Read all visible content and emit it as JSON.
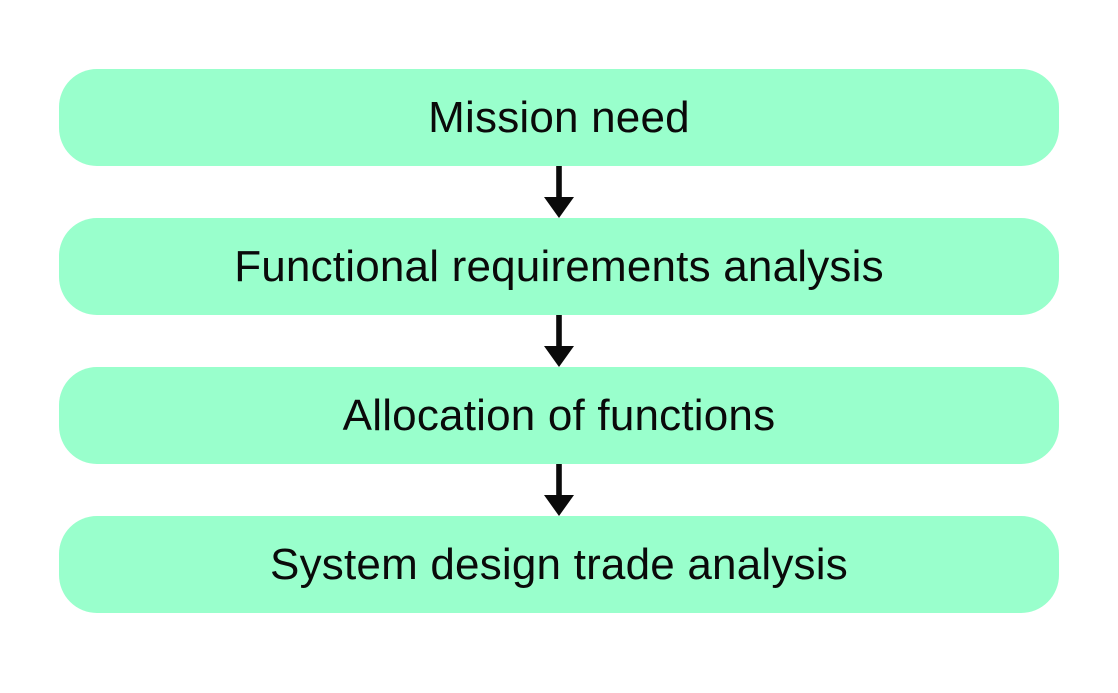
{
  "diagram": {
    "type": "flowchart",
    "direction": "top-down",
    "colors": {
      "background": "#ffffff",
      "box_fill": "#99ffcc",
      "text": "#0a0a0a",
      "arrow": "#0a0a0a"
    },
    "steps": [
      {
        "label": "Mission need"
      },
      {
        "label": "Functional requirements analysis"
      },
      {
        "label": "Allocation of functions"
      },
      {
        "label": "System design trade analysis"
      }
    ],
    "connectors": [
      {
        "from": 0,
        "to": 1,
        "icon": "down-arrow"
      },
      {
        "from": 1,
        "to": 2,
        "icon": "down-arrow"
      },
      {
        "from": 2,
        "to": 3,
        "icon": "down-arrow"
      }
    ]
  }
}
